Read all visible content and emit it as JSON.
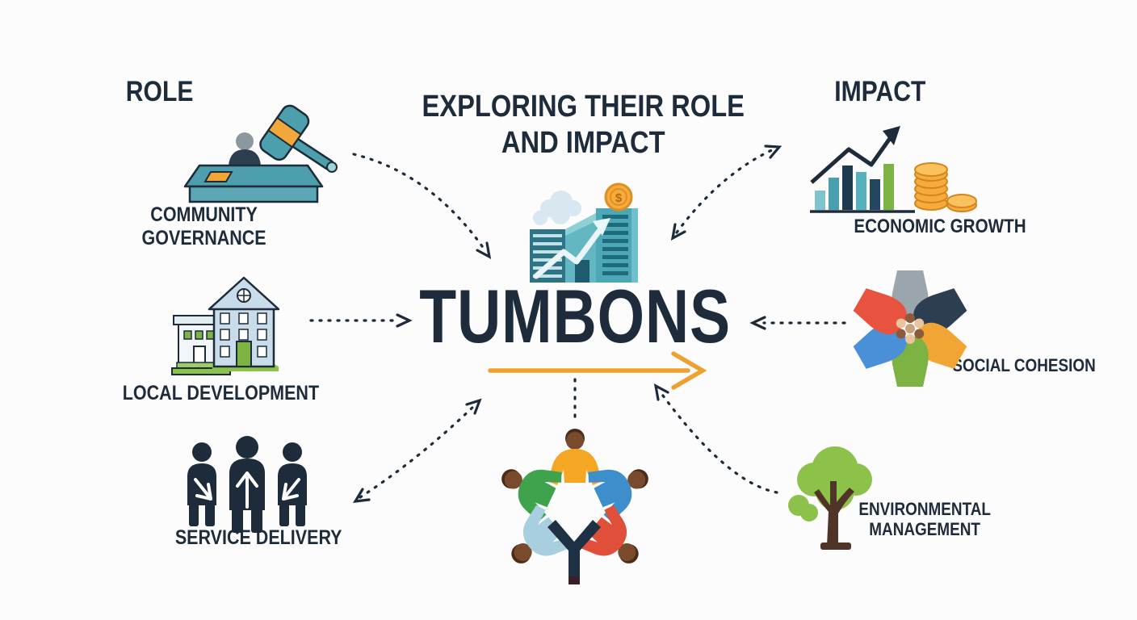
{
  "header": {
    "role_label": "ROLE",
    "impact_label": "IMPACT"
  },
  "title": {
    "line1": "EXPLORING THEIR ROLE",
    "line2": "AND IMPACT"
  },
  "center": {
    "name": "TUMBONS",
    "coin_symbol": "$"
  },
  "role_items": [
    {
      "id": "community-governance",
      "line1": "COMMUNITY",
      "line2": "GOVERNANCE",
      "icon": "judge-gavel-icon"
    },
    {
      "id": "local-development",
      "line1": "LOCAL DEVELOPMENT",
      "icon": "town-buildings-icon"
    },
    {
      "id": "service-delivery",
      "line1": "SERVICE DELIVERY",
      "icon": "service-people-icon"
    }
  ],
  "impact_items": [
    {
      "id": "economic-growth",
      "line1": "ECONOMIC GROWTH",
      "icon": "bar-chart-coins-icon"
    },
    {
      "id": "social-cohesion",
      "line1": "SOCIAL COHESION",
      "icon": "unity-circle-icon"
    },
    {
      "id": "environmental-management",
      "line1": "ENVIRONMENTAL",
      "line2": "MANAGEMENT",
      "icon": "tree-icon"
    }
  ],
  "bottom_icon": "community-circle-icon",
  "colors": {
    "text_navy": "#1d2b3a",
    "accent_orange": "#eda22f",
    "teal": "#4d9fae",
    "green": "#7cb342",
    "coin_gold": "#f6ab3c"
  }
}
